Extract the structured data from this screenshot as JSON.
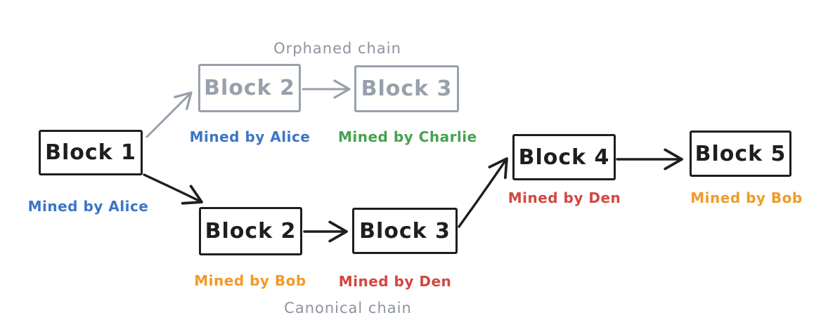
{
  "colors": {
    "black": "#1e1e1e",
    "gray": "#98a0ab",
    "gray_text": "#8d949f",
    "blue": "#3b76c6",
    "green": "#46a24e",
    "orange": "#ef9b28",
    "red": "#d2473f"
  },
  "labels": {
    "orphaned_chain": "Orphaned chain",
    "canonical_chain": "Canonical chain"
  },
  "blocks": {
    "block1": {
      "label": "Block 1",
      "miner": "Mined by Alice"
    },
    "orphan_block2": {
      "label": "Block 2",
      "miner": "Mined by Alice"
    },
    "orphan_block3": {
      "label": "Block 3",
      "miner": "Mined by Charlie"
    },
    "canon_block2": {
      "label": "Block 2",
      "miner": "Mined by Bob"
    },
    "canon_block3": {
      "label": "Block 3",
      "miner": "Mined by Den"
    },
    "block4": {
      "label": "Block 4",
      "miner": "Mined by Den"
    },
    "block5": {
      "label": "Block 5",
      "miner": "Mined by Bob"
    }
  },
  "edges": [
    "block1 -> orphan_block2 (orphaned, gray)",
    "orphan_block2 -> orphan_block3 (orphaned, gray)",
    "block1 -> canon_block2 (canonical, black)",
    "canon_block2 -> canon_block3 (canonical, black)",
    "canon_block3 -> block4 (canonical, black)",
    "block4 -> block5 (canonical, black)"
  ]
}
